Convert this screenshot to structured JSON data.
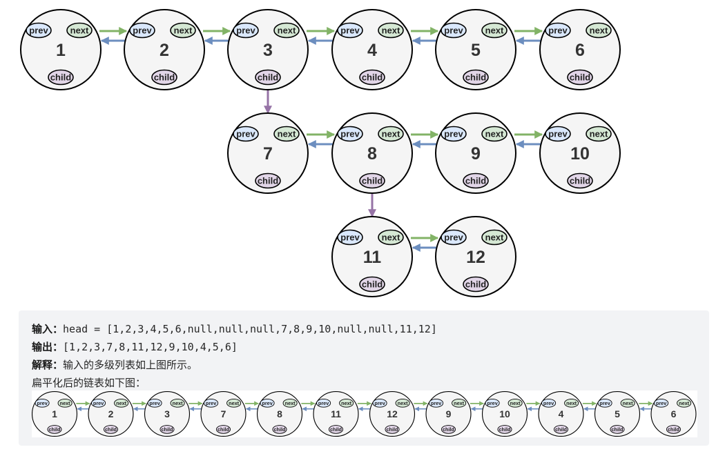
{
  "diagram": {
    "field_labels": {
      "prev": "prev",
      "next": "next",
      "child": "child"
    },
    "nodes": [
      "1",
      "2",
      "3",
      "4",
      "5",
      "6",
      "7",
      "8",
      "9",
      "10",
      "11",
      "12"
    ],
    "colors": {
      "next_arrow": "#82b366",
      "prev_arrow": "#6c8ebf",
      "child_arrow": "#9673a6",
      "prev_fill": "#dae8fc",
      "next_fill": "#d5e8d4",
      "child_fill": "#e1d5e7",
      "node_fill": "#f5f5f5",
      "node_stroke": "#000000"
    }
  },
  "example": {
    "input_label": "输入：",
    "input_value": "head = [1,2,3,4,5,6,null,null,null,7,8,9,10,null,null,11,12]",
    "output_label": "输出：",
    "output_value": "[1,2,3,7,8,11,12,9,10,4,5,6]",
    "explain_label": "解释：",
    "explain_text": "输入的多级列表如上图所示。",
    "flatten_text": "扁平化后的链表如下图：",
    "flattened": [
      "1",
      "2",
      "3",
      "7",
      "8",
      "11",
      "12",
      "9",
      "10",
      "4",
      "5",
      "6"
    ]
  }
}
